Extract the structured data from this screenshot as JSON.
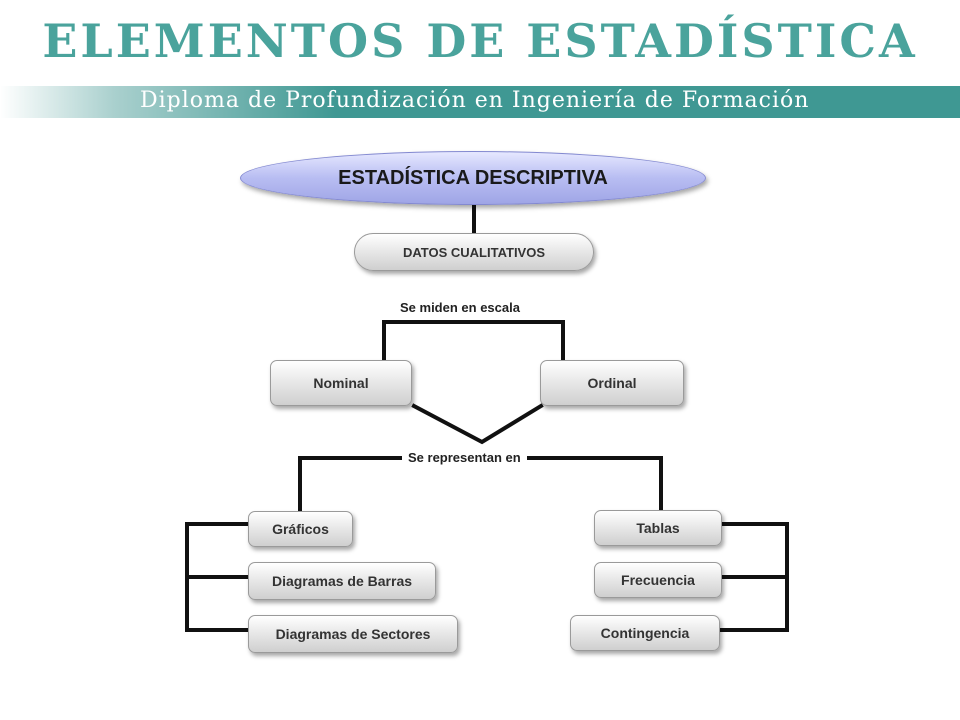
{
  "header": {
    "title": "ELEMENTOS DE ESTADÍSTICA",
    "subtitle": "Diploma de Profundización en Ingeniería de Formación"
  },
  "diagram": {
    "root": "ESTADÍSTICA DESCRIPTIVA",
    "data_type": "DATOS CUALITATIVOS",
    "scale_label": "Se miden en escala",
    "scales": [
      "Nominal",
      "Ordinal"
    ],
    "represent_label": "Se representan en",
    "graphics": {
      "label": "Gráficos",
      "items": [
        "Diagramas de Barras",
        "Diagramas de Sectores"
      ]
    },
    "tables": {
      "label": "Tablas",
      "items": [
        "Frecuencia",
        "Contingencia"
      ]
    }
  },
  "colors": {
    "title": "#4aa39c",
    "band": "#3f9893",
    "main_node": "#b8bdf2"
  }
}
